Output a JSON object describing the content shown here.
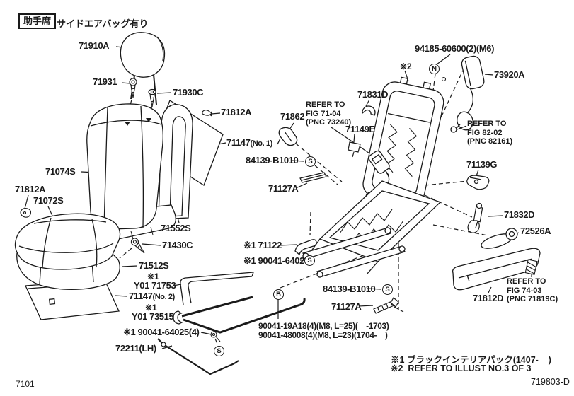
{
  "header": {
    "badge": "助手席",
    "subtitle": "サイドエアバッグ有り"
  },
  "footer": {
    "figure_code": "7101",
    "drawing_code": "719803-D"
  },
  "footnotes": {
    "note1": {
      "marker": "※1",
      "text": "ブラックインテリアパック(1407-    )"
    },
    "note2": {
      "marker": "※2",
      "text": "REFER TO ILLUST NO.3 OF 3"
    }
  },
  "callouts": {
    "headrest": "71910A",
    "headrest_support_left": "71931",
    "headrest_support_right": "71930C",
    "clip_back_board": "71812A",
    "back_board": "71147",
    "back_board_no": "(No. 1)",
    "seatback_cover": "71074S",
    "clip_cushion": "71812A",
    "cushion_cover": "71072S",
    "seatback_side_cover": "71552S",
    "screw_71430c": "71430C",
    "cushion_pad": "71512S",
    "marker_1a": "※1",
    "cushion_shield": "Y01 71753",
    "cushion_board": "71147",
    "cushion_board_no": "(No. 2)",
    "marker_1b": "※1",
    "hook_73515": "Y01 73515",
    "bolt_64025_qty": "※1 90041-64025(4)",
    "wire_72211": "72211(LH)",
    "cover_71862": "71862",
    "refer_71_04": {
      "l1": "REFER TO",
      "l2": "FIG 71-04",
      "l3": "(PNC 73240)"
    },
    "hook_71831d": "71831D",
    "bracket_71149e": "71149E",
    "screw_84139_upper": "84139-B1010",
    "hinge_71127a_upper": "71127A",
    "marker_2": "※2",
    "bolt_94185": "94185-60600(2)(M6)",
    "side_airbag": "73920A",
    "refer_82_02": {
      "l1": "REFER TO",
      "l2": "FIG 82-02",
      "l3": "(PNC 82161)"
    },
    "bracket_71139g": "71139G",
    "bracket_71832d": "71832D",
    "handle_72526a": "72526A",
    "refer_74_03": {
      "l1": "REFER TO",
      "l2": "FIG 74-03",
      "l3": "(PNC 71819C)"
    },
    "shield_71812d": "71812D",
    "wire_71122": "※1 71122",
    "bolt_64025": "※1 90041-64025",
    "screw_84139_lower": "84139-B1010",
    "hinge_71127a_lower": "71127A",
    "bolt_19a18": "90041-19A18(4)(M8, L=25)(    -1703)",
    "bolt_48008": "90041-48008(4)(M8, L=23)(1704-    )"
  },
  "glyphs": {
    "s": "S",
    "n": "N",
    "b": "B"
  },
  "colors": {
    "ink": "#1a1a1a",
    "paper": "#ffffff"
  }
}
